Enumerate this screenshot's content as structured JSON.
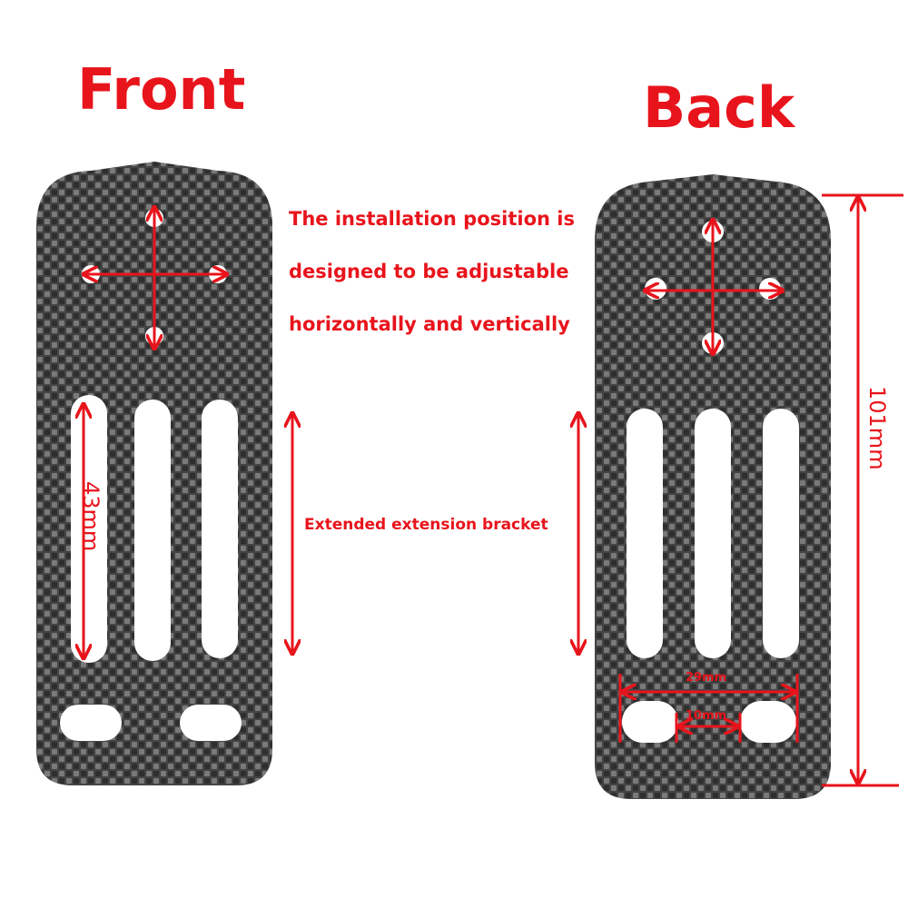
{
  "titles": {
    "front": "Front",
    "back": "Back"
  },
  "notes": {
    "installation_lines": [
      "The installation position is",
      "designed to be adjustable",
      "horizontally and vertically"
    ],
    "extension": "Extended extension bracket"
  },
  "dimensions": {
    "slot_length": "43mm",
    "total_length": "101mm",
    "outer_hole_span": "29mm",
    "inner_hole_gap": "10mm"
  },
  "colors": {
    "annotation": "#e8141c",
    "carbon_dark": "#3a3a3a",
    "carbon_light": "#7a7a7a"
  }
}
